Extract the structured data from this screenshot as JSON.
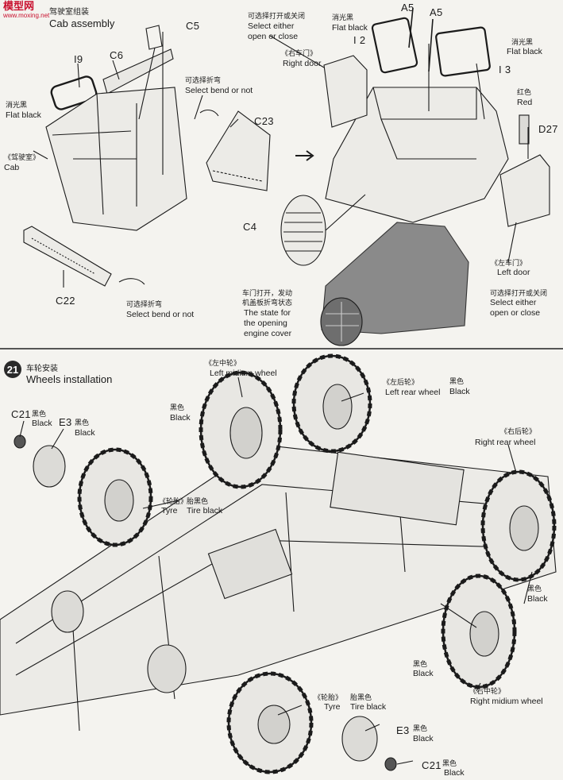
{
  "watermark": {
    "name": "模型网",
    "url": "www.moxing.net"
  },
  "step20": {
    "title_zh": "驾驶室组装",
    "title_en": "Cab assembly",
    "labels": {
      "c5": "C5",
      "c6": "C6",
      "i9": "I9",
      "flat_black_zh": "消光黑",
      "flat_black_en": "Flat black",
      "cab_zh": "《驾驶室》",
      "cab_en": "Cab",
      "bend_zh": "可选择折弯",
      "bend_en": "Select bend or not",
      "c23": "C23",
      "c22": "C22",
      "bend2_zh": "可选择折弯",
      "bend2_en": "Select bend or not",
      "select_zh": "可选择打开或关闭",
      "select_en1": "Select either",
      "select_en2": "open or close",
      "right_door_zh": "《右车门》",
      "right_door_en": "Right door",
      "a5a": "A5",
      "a5b": "A5",
      "fb2_zh": "消光黑",
      "fb2_en": "Flat black",
      "fb3_zh": "消光黑",
      "fb3_en": "Flat black",
      "i2": "I 2",
      "i3": "I 3",
      "red_zh": "红色",
      "red_en": "Red",
      "d27": "D27",
      "c4": "C4",
      "left_door_zh": "《左车门》",
      "left_door_en": "Left door",
      "select2_zh": "可选择打开或关闭",
      "select2_en1": "Select either",
      "select2_en2": "open or close",
      "engine_zh1": "车门打开，发动",
      "engine_zh2": "机盖板折弯状态",
      "engine_en1": "The state for",
      "engine_en2": "the opening",
      "engine_en3": "engine cover"
    }
  },
  "step21": {
    "number": "21",
    "title_zh": "车轮安装",
    "title_en": "Wheels installation",
    "labels": {
      "c21a": "C21",
      "black_zh_a": "黑色",
      "black_en_a": "Black",
      "e3a": "E3",
      "black_zh_b": "黑色",
      "black_en_b": "Black",
      "lmw_zh": "《左中轮》",
      "lmw_en": "Left midium wheel",
      "black_zh_c": "黑色",
      "black_en_c": "Black",
      "lrw_zh": "《左后轮》",
      "lrw_en": "Left rear wheel",
      "black_zh_d": "黑色",
      "black_en_d": "Black",
      "rrw_zh": "《右后轮》",
      "rrw_en": "Right rear wheel",
      "tyre_zh": "《轮胎》",
      "tyre_en": "Tyre",
      "tire_black_zh": "胎黑色",
      "tire_black_en": "Tire black",
      "black_zh_e": "黑色",
      "black_en_e": "Black",
      "black_zh_f": "黑色",
      "black_en_f": "Black",
      "rmw_zh": "《右中轮》",
      "rmw_en": "Right midium wheel",
      "tyre2_zh": "《轮胎》",
      "tyre2_en": "Tyre",
      "tire_black2_zh": "胎黑色",
      "tire_black2_en": "Tire black",
      "e3b": "E3",
      "black_zh_g": "黑色",
      "black_en_g": "Black",
      "c21b": "C21",
      "black_zh_h": "黑色",
      "black_en_h": "Black"
    }
  },
  "colors": {
    "ink": "#1b1b1b",
    "paper": "#f4f3ef",
    "watermark": "#c8102e",
    "engine_grey": "#7a7a7a"
  }
}
